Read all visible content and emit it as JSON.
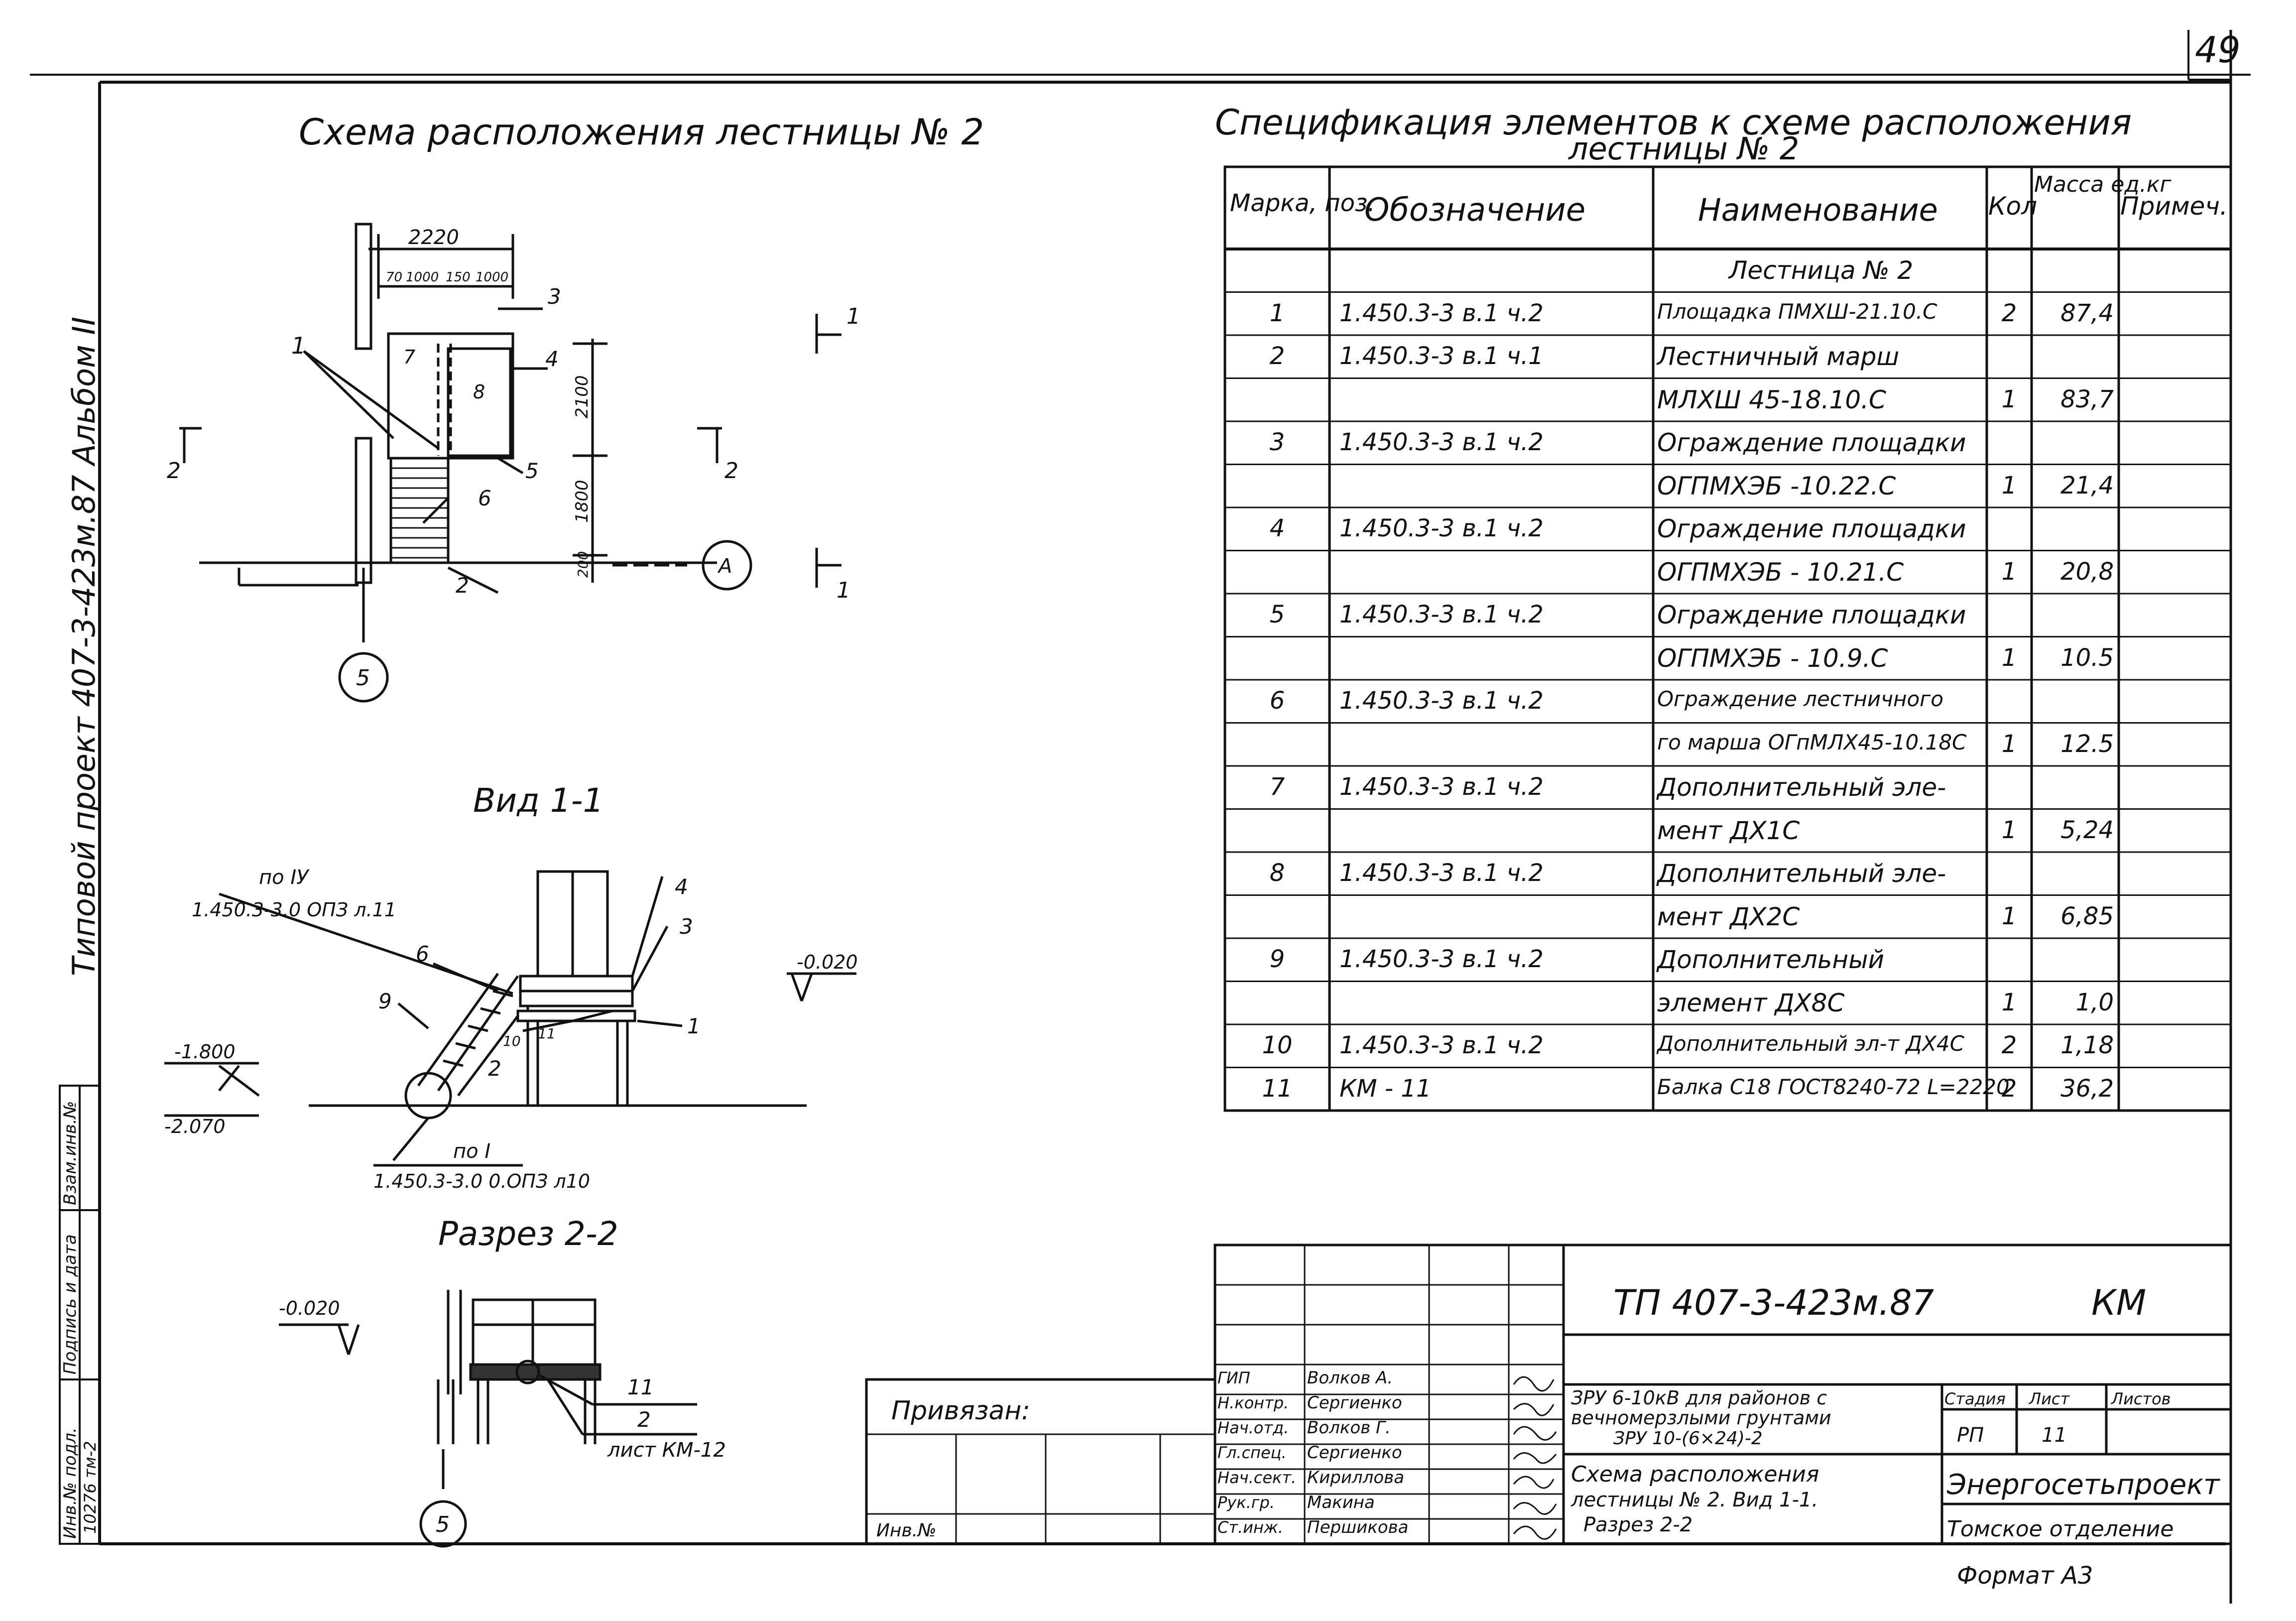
{
  "sheet": {
    "page_number": "49",
    "format": "Формат А3",
    "side_stamp_title": "Типовой проект 407-3-423м.87 Альбом II",
    "side_columns": [
      "Инв.№ подл.",
      "Подпись и дата",
      "Взам.инв.№"
    ],
    "side_inv_value": "10276 тм-2"
  },
  "plan": {
    "title": "Схема расположения лестницы № 2",
    "dims": {
      "overall": "2220",
      "segments": [
        "70",
        "1000",
        "150",
        "1000"
      ],
      "right_upper": "2100",
      "right_lower": "1800",
      "right_bottom": "200"
    },
    "marks": [
      "1",
      "7",
      "8",
      "3",
      "4",
      "5",
      "6",
      "2"
    ],
    "axis_5": "5",
    "axis_A": "А",
    "section_2_left": "2",
    "section_2_right": "2",
    "section_1_top": "1",
    "section_1_bottom": "1"
  },
  "view11": {
    "title": "Вид 1-1",
    "note_top_1": "по IУ",
    "note_top_2": "1.450.3-3.0 ОПЗ л.11",
    "note_bottom_1": "по I",
    "note_bottom_2": "1.450.3-3.0 0.ОПЗ л10",
    "level_top": "-0.020",
    "level_left_1": "-1.800",
    "level_left_2": "-2.070",
    "marks": [
      "4",
      "3",
      "6",
      "9",
      "10",
      "11",
      "2",
      "1"
    ]
  },
  "section22": {
    "title": "Разрез 2-2",
    "level": "-0.020",
    "marks": [
      "11",
      "2"
    ],
    "note": "лист КМ-12",
    "axis_5": "5"
  },
  "spec": {
    "title_line1": "Спецификация элементов к схеме расположения",
    "title_line2": "лестницы № 2",
    "headers": {
      "mark": "Марка, поз.",
      "designation": "Обозначение",
      "name": "Наименование",
      "qty": "Кол",
      "mass": "Масса ед.кг",
      "note": "Примеч."
    },
    "rows": [
      {
        "mark": "",
        "designation": "",
        "name": "Лестница № 2",
        "qty": "",
        "mass": ""
      },
      {
        "mark": "1",
        "designation": "1.450.3-3 в.1 ч.2",
        "name": "Площадка ПМХШ-21.10.С",
        "qty": "2",
        "mass": "87,4"
      },
      {
        "mark": "2",
        "designation": "1.450.3-3 в.1 ч.1",
        "name": "Лестничный марш",
        "qty": "",
        "mass": ""
      },
      {
        "mark": "",
        "designation": "",
        "name": "МЛХШ 45-18.10.С",
        "qty": "1",
        "mass": "83,7"
      },
      {
        "mark": "3",
        "designation": "1.450.3-3 в.1 ч.2",
        "name": "Ограждение площадки",
        "qty": "",
        "mass": ""
      },
      {
        "mark": "",
        "designation": "",
        "name": "ОГПМХЭБ -10.22.С",
        "qty": "1",
        "mass": "21,4"
      },
      {
        "mark": "4",
        "designation": "1.450.3-3 в.1 ч.2",
        "name": "Ограждение площадки",
        "qty": "",
        "mass": ""
      },
      {
        "mark": "",
        "designation": "",
        "name": "ОГПМХЭБ - 10.21.С",
        "qty": "1",
        "mass": "20,8"
      },
      {
        "mark": "5",
        "designation": "1.450.3-3 в.1 ч.2",
        "name": "Ограждение площадки",
        "qty": "",
        "mass": ""
      },
      {
        "mark": "",
        "designation": "",
        "name": "ОГПМХЭБ - 10.9.С",
        "qty": "1",
        "mass": "10.5"
      },
      {
        "mark": "6",
        "designation": "1.450.3-3 в.1 ч.2",
        "name": "Ограждение лестничного",
        "qty": "",
        "mass": ""
      },
      {
        "mark": "",
        "designation": "",
        "name": "го марша ОГпМЛХ45-10.18С",
        "qty": "1",
        "mass": "12.5"
      },
      {
        "mark": "7",
        "designation": "1.450.3-3 в.1 ч.2",
        "name": "Дополнительный эле-",
        "qty": "",
        "mass": ""
      },
      {
        "mark": "",
        "designation": "",
        "name": "мент ДХ1С",
        "qty": "1",
        "mass": "5,24"
      },
      {
        "mark": "8",
        "designation": "1.450.3-3 в.1 ч.2",
        "name": "Дополнительный эле-",
        "qty": "",
        "mass": ""
      },
      {
        "mark": "",
        "designation": "",
        "name": "мент ДХ2С",
        "qty": "1",
        "mass": "6,85"
      },
      {
        "mark": "9",
        "designation": "1.450.3-3 в.1 ч.2",
        "name": "Дополнительный",
        "qty": "",
        "mass": ""
      },
      {
        "mark": "",
        "designation": "",
        "name": "элемент ДХ8С",
        "qty": "1",
        "mass": "1,0"
      },
      {
        "mark": "10",
        "designation": "1.450.3-3 в.1 ч.2",
        "name": "Дополнительный эл-т ДХ4С",
        "qty": "2",
        "mass": "1,18"
      },
      {
        "mark": "11",
        "designation": "КМ - 11",
        "name": "Балка С18 ГОСТ8240-72 L=2220",
        "qty": "2",
        "mass": "36,2"
      }
    ]
  },
  "title_block": {
    "code": "ТП 407-3-423м.87",
    "sheet_code": "КМ",
    "project_line1": "ЗРУ 6-10кВ для районов с",
    "project_line2": "вечномерзлыми грунтами",
    "project_line3": "ЗРУ 10-(6×24)-2",
    "drawing_line1": "Схема расположения",
    "drawing_line2": "лестницы № 2. Вид 1-1.",
    "drawing_line3": "Разрез 2-2",
    "stage_label": "Стадия",
    "sheet_label": "Лист",
    "sheets_label": "Листов",
    "stage": "РП",
    "sheet": "11",
    "org_line1": "Энергосетьпроект",
    "org_line2": "Томское отделение",
    "bound_label": "Привязан:",
    "inv_label": "Инв.№",
    "people": [
      {
        "role": "ГИП",
        "name": "Волков А."
      },
      {
        "role": "Н.контр.",
        "name": "Сергиенко"
      },
      {
        "role": "Нач.отд.",
        "name": "Волков Г."
      },
      {
        "role": "Гл.спец.",
        "name": "Сергиенко"
      },
      {
        "role": "Нач.сект.",
        "name": "Кириллова"
      },
      {
        "role": "Рук.гр.",
        "name": "Макина"
      },
      {
        "role": "Ст.инж.",
        "name": "Першикова"
      }
    ]
  }
}
